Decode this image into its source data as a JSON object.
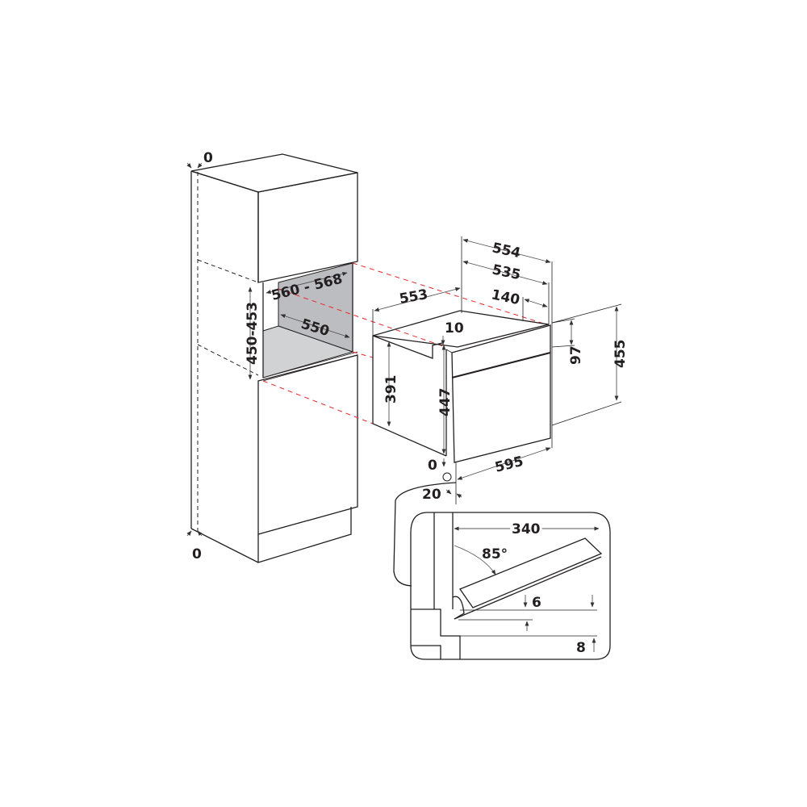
{
  "diagram": {
    "title": "Built-in oven installation dimensions",
    "colors": {
      "line": "#231f20",
      "alignment_guide": "#e8262a",
      "niche_fill": "#bcbdc0",
      "niche_floor": "#d1d2d4"
    },
    "cabinet": {
      "top_gap_label": "0",
      "bottom_gap_label": "0",
      "niche_width_label": "560 - 568",
      "niche_depth_label": "550",
      "niche_height_label": "450-453"
    },
    "oven": {
      "depth_body_label": "553",
      "depth_total_label": "554",
      "depth_front_label": "535",
      "control_depth_label": "140",
      "step_label": "10",
      "body_height_label": "391",
      "front_height_label": "447",
      "control_height_label": "97",
      "total_height_label": "455",
      "width_label": "595",
      "bottom_gap_label": "0",
      "front_offset_label": "20"
    },
    "door_detail": {
      "door_length_label": "340",
      "angle_label": "85°",
      "gap_top_label": "6",
      "gap_bottom_label": "8"
    }
  }
}
